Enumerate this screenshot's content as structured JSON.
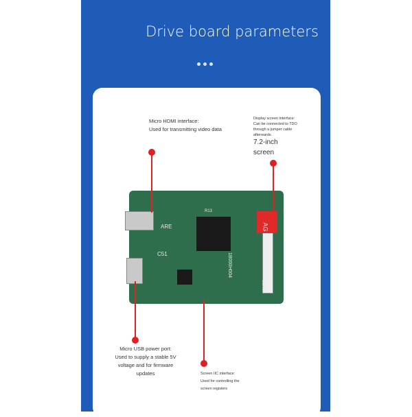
{
  "title": "Drive board parameters",
  "callouts": {
    "hdmi": {
      "heading": "Micro HDMI interface:",
      "body": "Used for transmitting video data"
    },
    "display": {
      "heading": "Display screen interface:",
      "body": "Can be connected to TDO through a jumper cable afterwards.",
      "size": "7.2-inch screen"
    },
    "usb": {
      "text": "Micro USB power port: Used to supply a stable 5V voltage and for firmware updates"
    },
    "iic": {
      "heading": "Screen IIC interface:",
      "body": "Used for controlling the screen registers"
    }
  },
  "board_labels": {
    "are": "ARE",
    "c51": "C51",
    "r13": "R13",
    "part": "1B000H004",
    "ag": "AG",
    "ssr": "SSR17"
  },
  "colors": {
    "panel": "#1f5cb8",
    "accent": "#e02020",
    "board": "#2f6e4c"
  }
}
